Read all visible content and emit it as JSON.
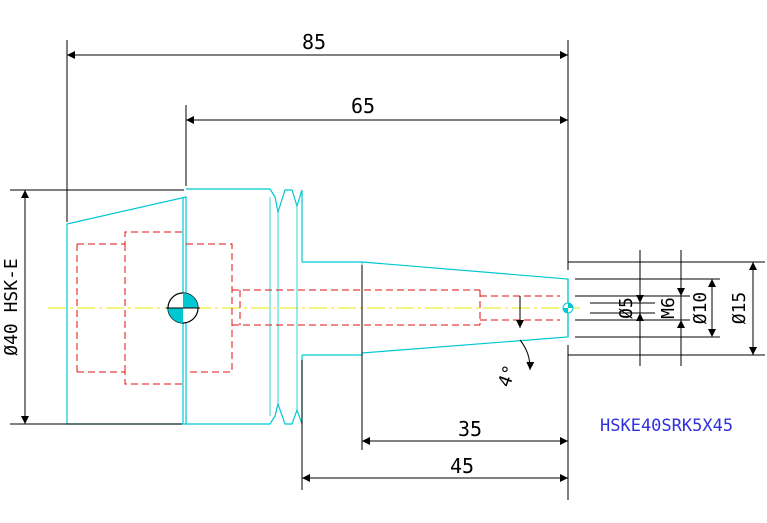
{
  "colors": {
    "dimension": "#000000",
    "outline": "#00c8d2",
    "hidden": "#e01010",
    "center": "#e8e800",
    "label": "#3030e0"
  },
  "dimensions": {
    "overall_length": "85",
    "shoulder_length": "65",
    "taper_length": "35",
    "shank_length": "45",
    "hsk_diameter": "Ø40 HSK-E",
    "bore_diameter": "Ø5",
    "thread": "M6",
    "nose_diameter": "Ø10",
    "shank_diameter": "Ø15",
    "taper_angle": "4°"
  },
  "part_number": "HSKE40SRK5X45"
}
